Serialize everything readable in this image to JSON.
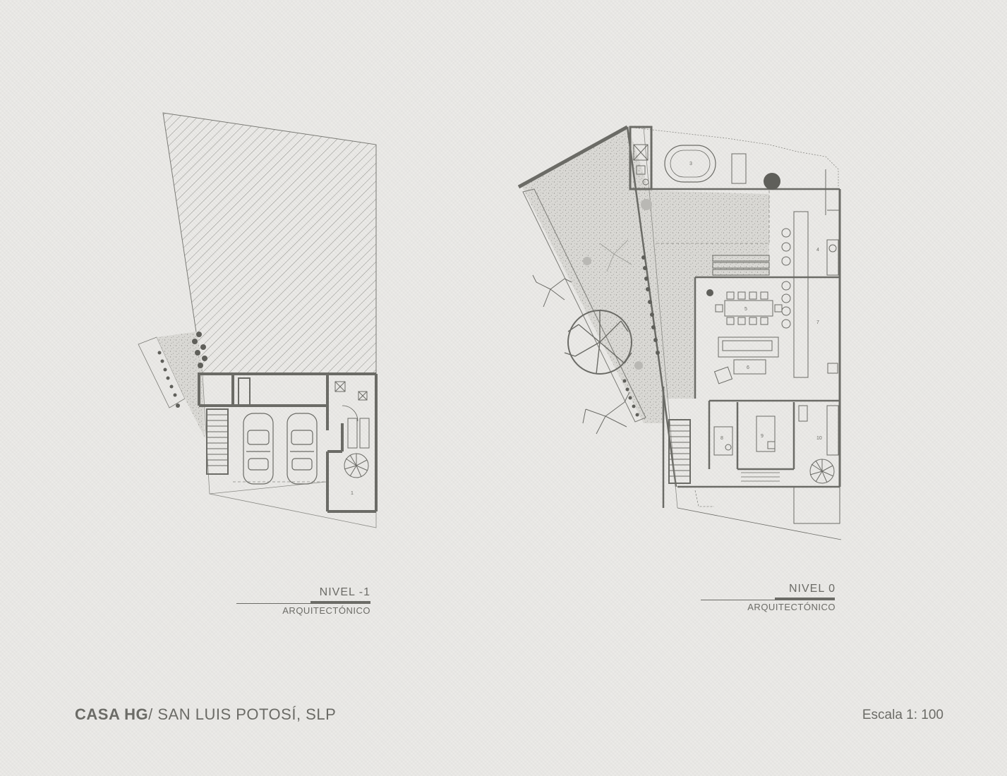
{
  "plans": [
    {
      "id": "nivel-menos-1",
      "title": "NIVEL -1",
      "subtitle": "ARQUITECTÓNICO"
    },
    {
      "id": "nivel-0",
      "title": "NIVEL  0",
      "subtitle": "ARQUITECTÓNICO"
    }
  ],
  "rooms_left": [
    "1"
  ],
  "rooms_right": [
    "3",
    "4",
    "5",
    "6",
    "7",
    "8",
    "9",
    "10"
  ],
  "footer": {
    "project": "CASA HG",
    "location": "/ SAN LUIS POTOSÍ, SLP",
    "scale": "Escala 1: 100"
  },
  "colors": {
    "ink": "#6b6b66",
    "paper": "#ecebe8",
    "vegetation": "#5f5f5a"
  }
}
